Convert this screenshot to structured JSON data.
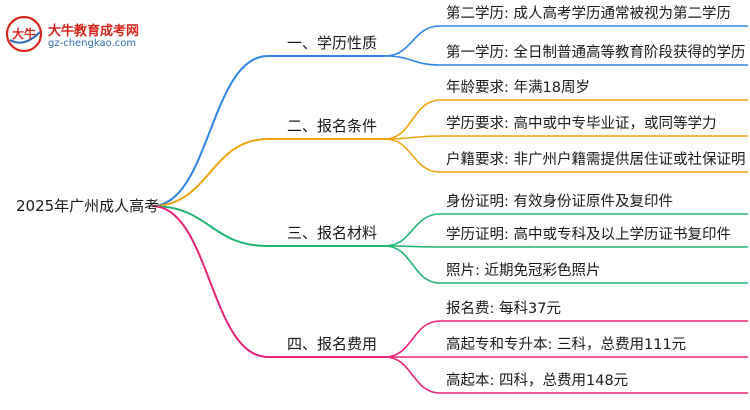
{
  "logo": {
    "title": "大牛教育成考网",
    "url": "gz-chengkao.com",
    "mark_text": "大牛",
    "colors": {
      "red": "#d9261c",
      "blue": "#2c6bb3"
    }
  },
  "root": {
    "label": "2025年广州成人高考"
  },
  "branches": [
    {
      "label": "一、学历性质",
      "color": "#2f86e6",
      "leaves": [
        "第二学历: 成人高考学历通常被视为第二学历",
        "第一学历: 全日制普通高等教育阶段获得的学历"
      ]
    },
    {
      "label": "二、报名条件",
      "color": "#f2a40e",
      "leaves": [
        "年龄要求: 年满18周岁",
        "学历要求: 高中或中专毕业证，或同等学力",
        "户籍要求: 非广州户籍需提供居住证或社保证明"
      ]
    },
    {
      "label": "三、报名材料",
      "color": "#21b573",
      "leaves": [
        "身份证明: 有效身份证原件及复印件",
        "学历证明: 高中或专科及以上学历证书复印件",
        "照片: 近期免冠彩色照片"
      ]
    },
    {
      "label": "四、报名费用",
      "color": "#e8237a",
      "leaves": [
        "报名费: 每科37元",
        "高起专和专升本: 三科，总费用111元",
        "高起本: 四科，总费用148元"
      ]
    }
  ]
}
